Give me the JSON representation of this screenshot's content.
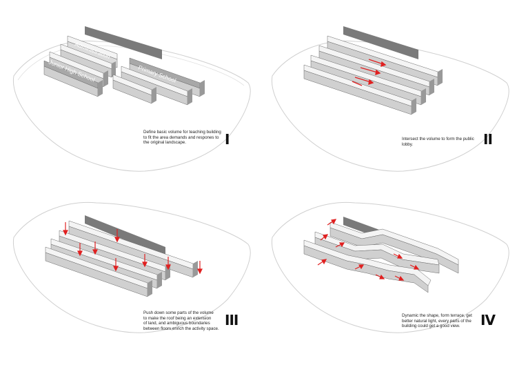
{
  "panels": [
    {
      "numeral": "I",
      "caption": [
        "Define basic volume for teaching building",
        "to fit the area demands and respones to",
        "the original landscape."
      ],
      "labels": {
        "administration": "Administration",
        "junior_high": "Junior High School",
        "primary": "Primary School"
      }
    },
    {
      "numeral": "II",
      "caption": [
        "Intersect the volume to form the public",
        "lobby."
      ]
    },
    {
      "numeral": "III",
      "caption": [
        "Push down some parts  of  the  volume",
        "to make the roof being an extension",
        "of land, and ambiguous boundaries",
        "between floors,enrich the activity space."
      ]
    },
    {
      "numeral": "IV",
      "caption": [
        "Dynamic the shape, form terrace, get",
        "better natural light, every parts of the",
        "building could get a good view."
      ]
    }
  ],
  "colors": {
    "site_line": "#cfcfcf",
    "volume_top": "#f7f7f7",
    "volume_front": "#d9d9d9",
    "volume_side": "#9a9a9a",
    "arrow": "#e02020",
    "wall": "#7a7a7a"
  }
}
